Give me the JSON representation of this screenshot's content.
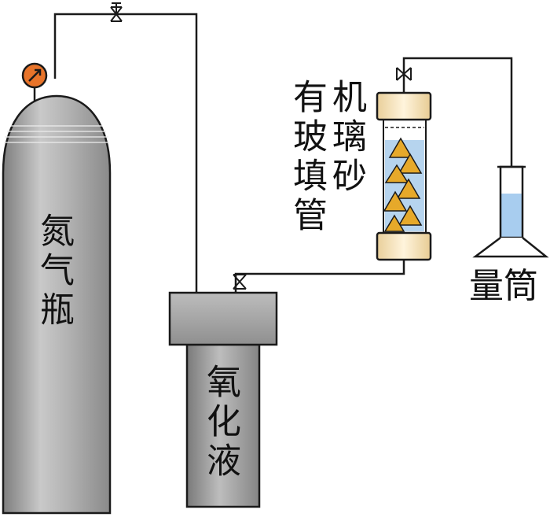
{
  "labels": {
    "cylinder": "氮气瓶",
    "tank": "氧化液",
    "column_col1": "有玻填管",
    "column_col2": "机璃砂",
    "cylinder_flask": "量筒"
  },
  "colors": {
    "cylinder_body": "#a9a9a9",
    "tank_body": "#9a9a9a",
    "column_cap": "#fbe9c2",
    "column_liquid": "#b6d4ee",
    "sand": "#e6a92a",
    "gauge": "#e8742a",
    "flask_liquid": "#a8cdef"
  },
  "icons": [
    "valve-icon",
    "pressure-gauge-icon",
    "sand-particle-icon"
  ]
}
